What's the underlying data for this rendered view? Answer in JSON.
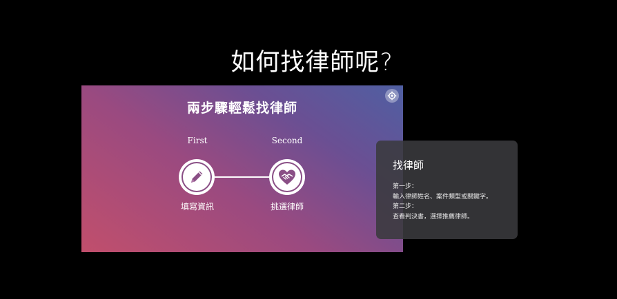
{
  "page": {
    "title": "如何找律師呢?"
  },
  "slide": {
    "title": "兩步驟輕鬆找律師",
    "steps": [
      {
        "heading": "First",
        "caption": "填寫資訊",
        "icon": "pencil-icon"
      },
      {
        "heading": "Second",
        "caption": "挑選律師",
        "icon": "handshake-heart-icon"
      }
    ],
    "settings_icon": "settings-icon",
    "colors": {
      "gradient_start": "#c14f6c",
      "gradient_mid": "#9a4a80",
      "gradient_end": "#4f5fa2"
    }
  },
  "tooltip": {
    "title": "找律師",
    "lines": [
      "第一步：",
      "輸入律師姓名、案件類型或關鍵字。",
      "第二步：",
      "查看判決書，選擇推薦律師。"
    ]
  }
}
